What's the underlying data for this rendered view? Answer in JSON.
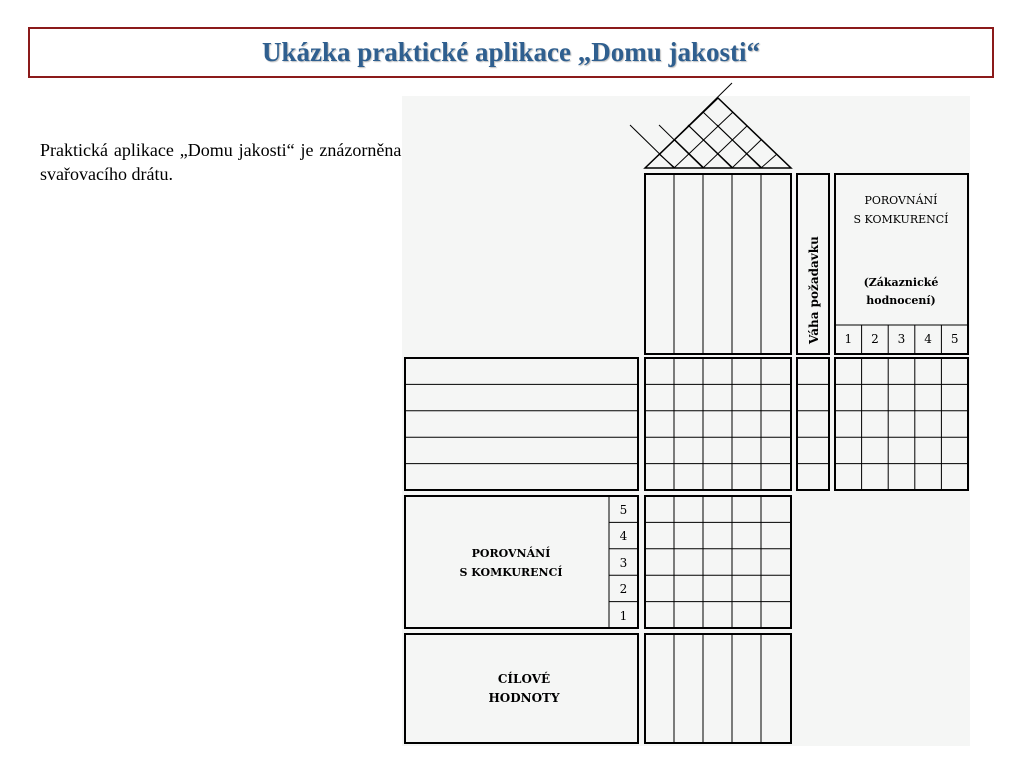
{
  "title": "Ukázka praktické aplikace „Domu jakosti“",
  "description": "Praktická aplikace „Domu jakosti“ je znázorněna na zjednodušeném návrhu svařovacího drátu.",
  "diagram": {
    "requirement_weight_label": "Váha požadavku",
    "customer_comparison": {
      "line1": "POROVNÁNÍ",
      "line2": "S KOMKURENCÍ",
      "line3": "(Zákaznické",
      "line4": "hodnocení)"
    },
    "rating_scale": [
      "1",
      "2",
      "3",
      "4",
      "5"
    ],
    "technical_comparison": {
      "line1": "POROVNÁNÍ",
      "line2": "S KOMKURENCÍ"
    },
    "technical_scale_top_down": [
      "5",
      "4",
      "3",
      "2",
      "1"
    ],
    "target_values": {
      "line1": "CÍLOVÉ",
      "line2": "HODNOTY"
    }
  }
}
